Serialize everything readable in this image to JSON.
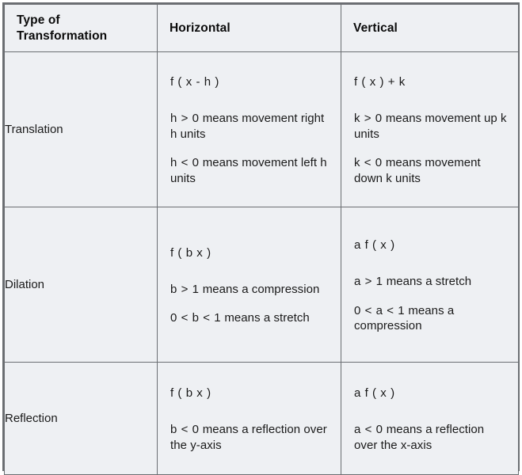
{
  "table": {
    "columns": [
      {
        "key": "type",
        "label_lines": [
          "Type of",
          "Transformation"
        ]
      },
      {
        "key": "horizontal",
        "label_lines": [
          "Horizontal"
        ]
      },
      {
        "key": "vertical",
        "label_lines": [
          "Vertical"
        ]
      }
    ],
    "rows": [
      {
        "type": "Translation",
        "horizontal": {
          "formula": "f ( x - h )",
          "statements": [
            {
              "condition": "h > 0",
              "text": "means movement right h units"
            },
            {
              "condition": "h < 0",
              "text": "means movement left h units"
            }
          ]
        },
        "vertical": {
          "formula": "f ( x ) + k",
          "statements": [
            {
              "condition": "k > 0",
              "text": "means movement up k units"
            },
            {
              "condition": "k < 0",
              "text": "means movement down k units"
            }
          ]
        }
      },
      {
        "type": "Dilation",
        "horizontal": {
          "formula": "f ( b x )",
          "statements": [
            {
              "condition": "b > 1",
              "text": "means a compression"
            },
            {
              "condition": "0 < b < 1",
              "text": "means a stretch"
            }
          ]
        },
        "vertical": {
          "formula": "a f ( x )",
          "statements": [
            {
              "condition": "a > 1",
              "text": "means a stretch"
            },
            {
              "condition": "0 < a < 1",
              "text": "means a compression"
            }
          ]
        }
      },
      {
        "type": "Reflection",
        "horizontal": {
          "formula": "f ( b x )",
          "statements": [
            {
              "condition": "b < 0",
              "text": "means a reflection over the y-axis"
            }
          ]
        },
        "vertical": {
          "formula": "a f ( x )",
          "statements": [
            {
              "condition": "a < 0",
              "text": "means a reflection over the x-axis"
            }
          ]
        }
      }
    ]
  },
  "colors": {
    "cell_background": "#eef0f3",
    "border": "#6b6e72",
    "text": "#1a1a1a",
    "header_text": "#0b0b0b",
    "page_background": "#ffffff"
  }
}
